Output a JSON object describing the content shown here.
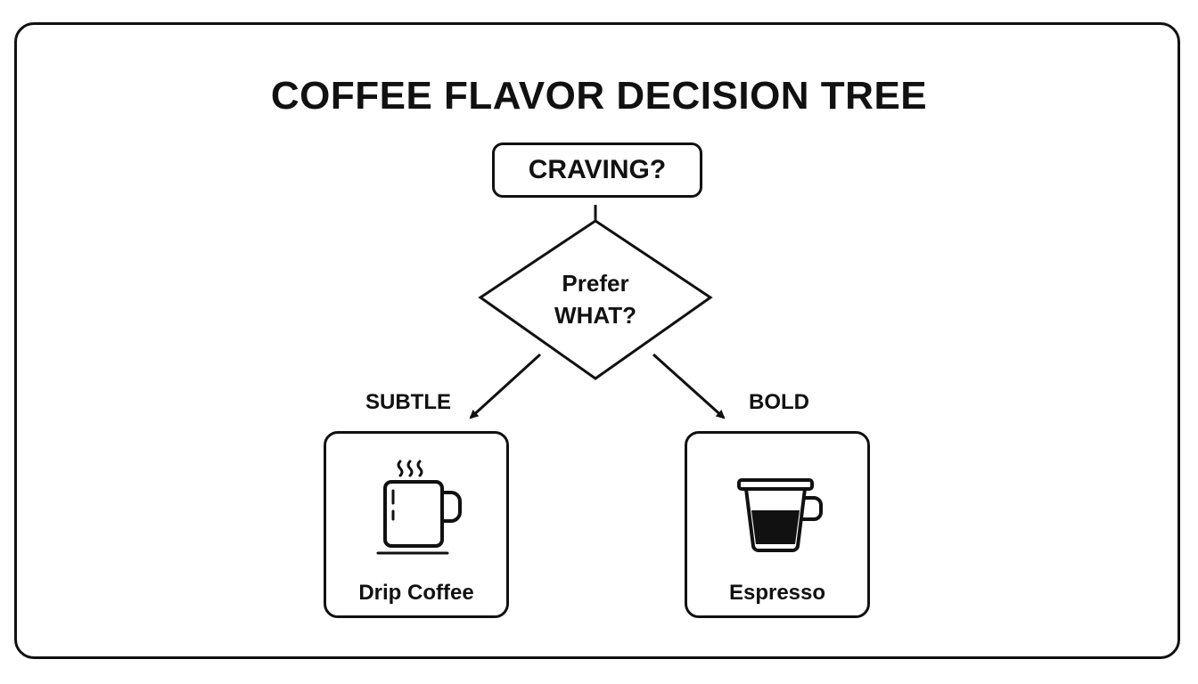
{
  "title": "COFFEE FLAVOR DECISION TREE",
  "start": {
    "label": "CRAVING?"
  },
  "decision": {
    "line1": "Prefer",
    "line2": "WHAT?"
  },
  "branches": {
    "left": {
      "label": "SUBTLE"
    },
    "right": {
      "label": "BOLD"
    }
  },
  "outcomes": {
    "left": {
      "label": "Drip Coffee",
      "icon": "coffee-mug-icon"
    },
    "right": {
      "label": "Espresso",
      "icon": "espresso-cup-icon"
    }
  },
  "colors": {
    "stroke": "#111111",
    "background": "#ffffff"
  }
}
